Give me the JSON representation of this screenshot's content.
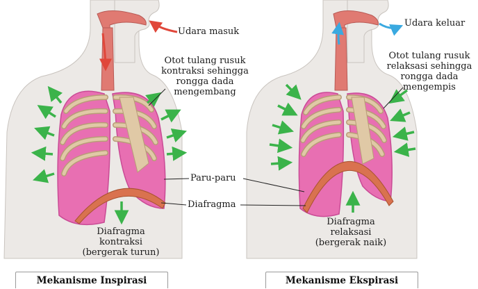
{
  "left_panel": {
    "air_label": "Udara masuk",
    "rib_muscle_label": [
      "Otot tulang rusuk",
      "kontraksi sehingga",
      "rongga dada",
      "mengembang"
    ],
    "diaphragm_state_label": [
      "Diafragma",
      "kontraksi",
      "(bergerak turun)"
    ],
    "caption": "Mekanisme Inspirasi"
  },
  "right_panel": {
    "air_label": "Udara keluar",
    "rib_muscle_label": [
      "Otot tulang rusuk",
      "relaksasi sehingga",
      "rongga dada",
      "mengempis"
    ],
    "diaphragm_state_label": [
      "Diafragma",
      "relaksasi",
      "(bergerak naik)"
    ],
    "caption": "Mekanisme Ekspirasi"
  },
  "shared_labels": {
    "lungs": "Paru-paru",
    "diaphragm": "Diafragma"
  },
  "colors": {
    "skin": "#ece9e6",
    "skin_outline": "#c9c4bf",
    "lung": "#e86fb2",
    "lung_dark": "#c94b95",
    "rib": "#e0c9a6",
    "rib_outline": "#b89c77",
    "cartilage": "#cfe0f0",
    "diaphragm": "#d9724f",
    "trachea": "#e07a72",
    "arrow_in": "#e0473a",
    "arrow_out": "#3aa9e0",
    "green_arrow": "#3bb34a"
  }
}
